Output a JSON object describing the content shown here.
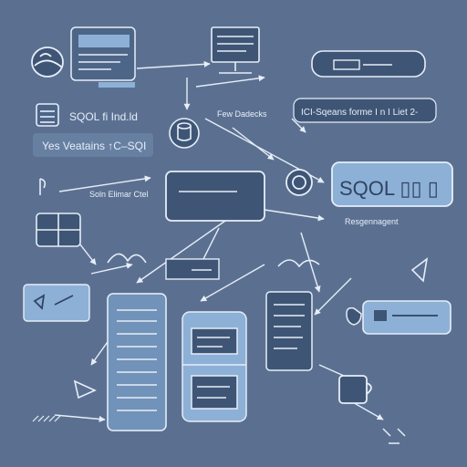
{
  "colors": {
    "background": "#5b7091",
    "line": "#e6eef8",
    "box_fill_dark": "#3f5575",
    "box_fill_light": "#8db0d6",
    "accent": "#a9c8ea"
  },
  "labels": {
    "sqol_find": "SQOL fi Ind.ld",
    "yes_veatains": "Yes Veatains ↑C–SQI",
    "few_dadecks": "Few Dadecks",
    "ici_sqeans": "ICI-Sqeans forme I n I Liet 2-",
    "soln_elimar": "Soln Elimar Ctel",
    "sqol_box": "SQOL ▯▯ ▯",
    "resgennagent": "Resgennagent"
  },
  "icons": [
    "bird-icon",
    "monitor-icon",
    "database-icon",
    "cylinder-icon",
    "document-icon",
    "server-icon",
    "gear-icon",
    "cup-icon",
    "mouse-icon",
    "paper-plane-icon",
    "flag-icon",
    "plug-icon",
    "checkbox-icon",
    "arrow-icon"
  ]
}
